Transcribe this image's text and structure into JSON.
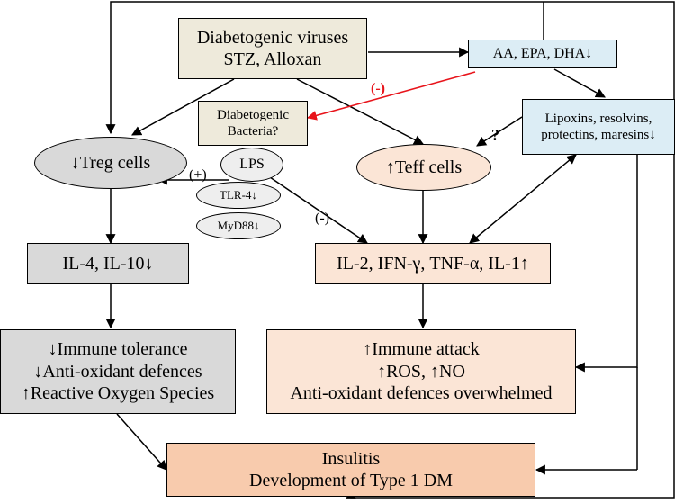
{
  "nodes": {
    "viruses": {
      "line1": "Diabetogenic viruses",
      "line2": "STZ, Alloxan",
      "fill": "#eeeadb"
    },
    "fatty_acids": {
      "text": "AA, EPA, DHA↓",
      "fill": "#dcedf5"
    },
    "bacteria": {
      "line1": "Diabetogenic",
      "line2": "Bacteria?",
      "fill": "#eeeadb"
    },
    "lipoxins": {
      "line1": "Lipoxins, resolvins,",
      "line2": "protectins, maresins↓",
      "fill": "#dcedf5"
    },
    "treg": {
      "text": "↓Treg cells",
      "fill": "#d9d9d9"
    },
    "lps": {
      "text": "LPS",
      "fill": "#eeeeee"
    },
    "tlr4": {
      "text": "TLR-4↓",
      "fill": "#eeeeee"
    },
    "myd88": {
      "text": "MyD88↓",
      "fill": "#eeeeee"
    },
    "teff": {
      "text": "↑Teff cells",
      "fill": "#fbe5d6"
    },
    "il4": {
      "text": "IL-4, IL-10↓",
      "fill": "#d9d9d9"
    },
    "cytokines": {
      "text": "IL-2, IFN-γ, TNF-α, IL-1↑",
      "fill": "#fbe5d6"
    },
    "tolerance": {
      "line1": "↓Immune tolerance",
      "line2": "↓Anti-oxidant defences",
      "line3": "↑Reactive Oxygen Species",
      "fill": "#d9d9d9"
    },
    "attack": {
      "line1": "↑Immune attack",
      "line2": "↑ROS, ↑NO",
      "line3": "Anti-oxidant defences overwhelmed",
      "fill": "#fbe5d6"
    },
    "insulitis": {
      "line1": "Insulitis",
      "line2": "Development of Type 1 DM",
      "fill": "#f8cbad"
    }
  },
  "edge_labels": {
    "red_inhibition": "(-)",
    "plus": "(+)",
    "minus": "(-)",
    "question": "?"
  },
  "colors": {
    "line": "#000000",
    "inhibition": "#e8141b"
  }
}
